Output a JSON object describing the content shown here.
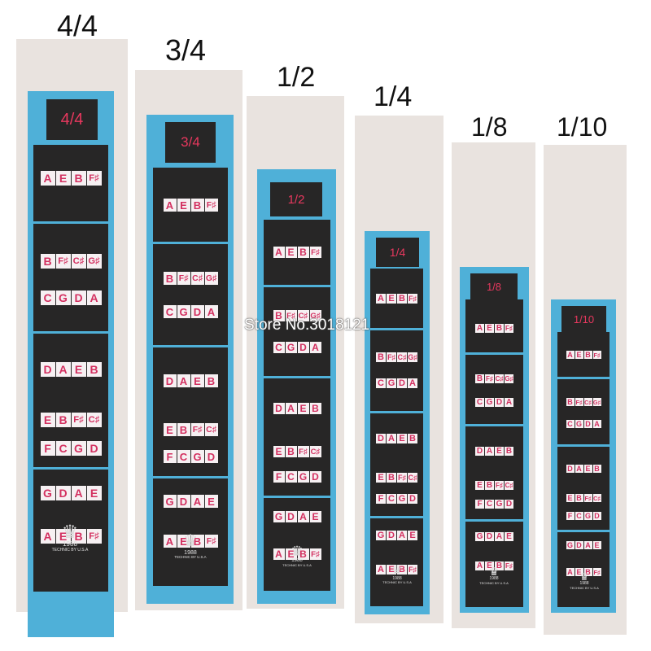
{
  "stickers": [
    {
      "size": "4/4",
      "header": "4/4",
      "notes": [
        [
          "A",
          "E",
          "B",
          "F♯"
        ],
        [
          "B",
          "F♯",
          "C♯",
          "G♯"
        ],
        [
          "C",
          "G",
          "D",
          "A"
        ],
        [
          "D",
          "A",
          "E",
          "B"
        ],
        [
          "E",
          "B",
          "F♯",
          "C♯"
        ],
        [
          "F",
          "C",
          "G",
          "D"
        ],
        [
          "G",
          "D",
          "A",
          "E"
        ],
        [
          "A",
          "E",
          "B",
          "F♯"
        ]
      ],
      "logo_year": "1988",
      "logo_text": "TECHNIC BY U.S.A"
    },
    {
      "size": "3/4",
      "header": "3/4",
      "notes": [
        [
          "A",
          "E",
          "B",
          "F♯"
        ],
        [
          "B",
          "F♯",
          "C♯",
          "G♯"
        ],
        [
          "C",
          "G",
          "D",
          "A"
        ],
        [
          "D",
          "A",
          "E",
          "B"
        ],
        [
          "E",
          "B",
          "F♯",
          "C♯"
        ],
        [
          "F",
          "C",
          "G",
          "D"
        ],
        [
          "G",
          "D",
          "A",
          "E"
        ],
        [
          "A",
          "E",
          "B",
          "F♯"
        ]
      ],
      "logo_year": "1988",
      "logo_text": "TECHNIC BY U.S.A"
    },
    {
      "size": "1/2",
      "header": "1/2",
      "notes": [
        [
          "A",
          "E",
          "B",
          "F♯"
        ],
        [
          "B",
          "F♯",
          "C♯",
          "G♯"
        ],
        [
          "C",
          "G",
          "D",
          "A"
        ],
        [
          "D",
          "A",
          "E",
          "B"
        ],
        [
          "E",
          "B",
          "F♯",
          "C♯"
        ],
        [
          "F",
          "C",
          "G",
          "D"
        ],
        [
          "G",
          "D",
          "A",
          "E"
        ],
        [
          "A",
          "E",
          "B",
          "F♯"
        ]
      ],
      "logo_year": "1988",
      "logo_text": "TECHNIC BY U.S.A"
    },
    {
      "size": "1/4",
      "header": "1/4",
      "notes": [
        [
          "A",
          "E",
          "B",
          "F♯"
        ],
        [
          "B",
          "F♯",
          "C♯",
          "G♯"
        ],
        [
          "C",
          "G",
          "D",
          "A"
        ],
        [
          "D",
          "A",
          "E",
          "B"
        ],
        [
          "E",
          "B",
          "F♯",
          "C♯"
        ],
        [
          "F",
          "C",
          "G",
          "D"
        ],
        [
          "G",
          "D",
          "A",
          "E"
        ],
        [
          "A",
          "E",
          "B",
          "F♯"
        ]
      ],
      "logo_year": "1988",
      "logo_text": "TECHNIC BY U.S.A"
    },
    {
      "size": "1/8",
      "header": "1/8",
      "notes": [
        [
          "A",
          "E",
          "B",
          "F♯"
        ],
        [
          "B",
          "F♯",
          "C♯",
          "G♯"
        ],
        [
          "C",
          "G",
          "D",
          "A"
        ],
        [
          "D",
          "A",
          "E",
          "B"
        ],
        [
          "E",
          "B",
          "F♯",
          "C♯"
        ],
        [
          "F",
          "C",
          "G",
          "D"
        ],
        [
          "G",
          "D",
          "A",
          "E"
        ],
        [
          "A",
          "E",
          "B",
          "F♯"
        ]
      ],
      "logo_year": "1988",
      "logo_text": "TECHNIC BY U.S.A"
    },
    {
      "size": "1/10",
      "header": "1/10",
      "notes": [
        [
          "A",
          "E",
          "B",
          "F♯"
        ],
        [
          "B",
          "F♯",
          "C♯",
          "G♯"
        ],
        [
          "C",
          "G",
          "D",
          "A"
        ],
        [
          "D",
          "A",
          "E",
          "B"
        ],
        [
          "E",
          "B",
          "F♯",
          "C♯"
        ],
        [
          "F",
          "C",
          "G",
          "D"
        ],
        [
          "G",
          "D",
          "A",
          "E"
        ],
        [
          "A",
          "E",
          "B",
          "F♯"
        ]
      ],
      "logo_year": "1988",
      "logo_text": "TECHNIC BY U.S.A"
    }
  ],
  "watermark": "Store No.3018121",
  "colors": {
    "paper": "#e9e3df",
    "border": "#4fb0d8",
    "fingerboard": "#272626",
    "note_text": "#d33060",
    "header_text": "#e8385e",
    "note_bg": "#f6f0f2"
  }
}
